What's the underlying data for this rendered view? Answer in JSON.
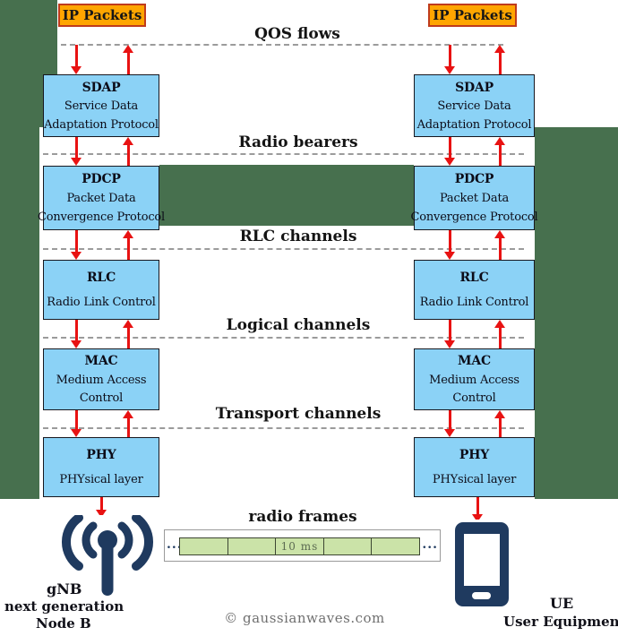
{
  "ip_packets_label": "IP Packets",
  "interface_labels": {
    "qos": "QOS flows",
    "radio_bearers": "Radio bearers",
    "rlc_channels": "RLC channels",
    "logical_channels": "Logical channels",
    "transport_channels": "Transport channels"
  },
  "layers": {
    "sdap": {
      "abbr": "SDAP",
      "line1": "Service Data",
      "line2": "Adaptation Protocol"
    },
    "pdcp": {
      "abbr": "PDCP",
      "line1": "Packet Data",
      "line2": "Convergence Protocol"
    },
    "rlc": {
      "abbr": "RLC",
      "line1": "Radio Link Control"
    },
    "mac": {
      "abbr": "MAC",
      "line1": "Medium Access",
      "line2": "Control"
    },
    "phy": {
      "abbr": "PHY",
      "line1": "PHYsical layer"
    }
  },
  "radio_frames": {
    "caption": "radio frames",
    "frame_duration": "10 ms",
    "ellipsis": "..."
  },
  "nodes": {
    "gnb": {
      "abbr": "gNB",
      "expansion_line1": "next generation",
      "expansion_line2": "Node B"
    },
    "ue": {
      "abbr": "UE",
      "expansion": "User Equipment"
    }
  },
  "watermark": "© gaussianwaves.com",
  "colors": {
    "background_green": "#47704e",
    "panel_white": "#ffffff",
    "layer_box_fill": "#8bd2f6",
    "ip_packets_fill": "#ffa500",
    "arrow_red": "#e81212",
    "frame_cell_green": "#cbe3a8",
    "device_navy": "#1f3a5f",
    "dashed_line_gray": "#9b9b9b"
  }
}
